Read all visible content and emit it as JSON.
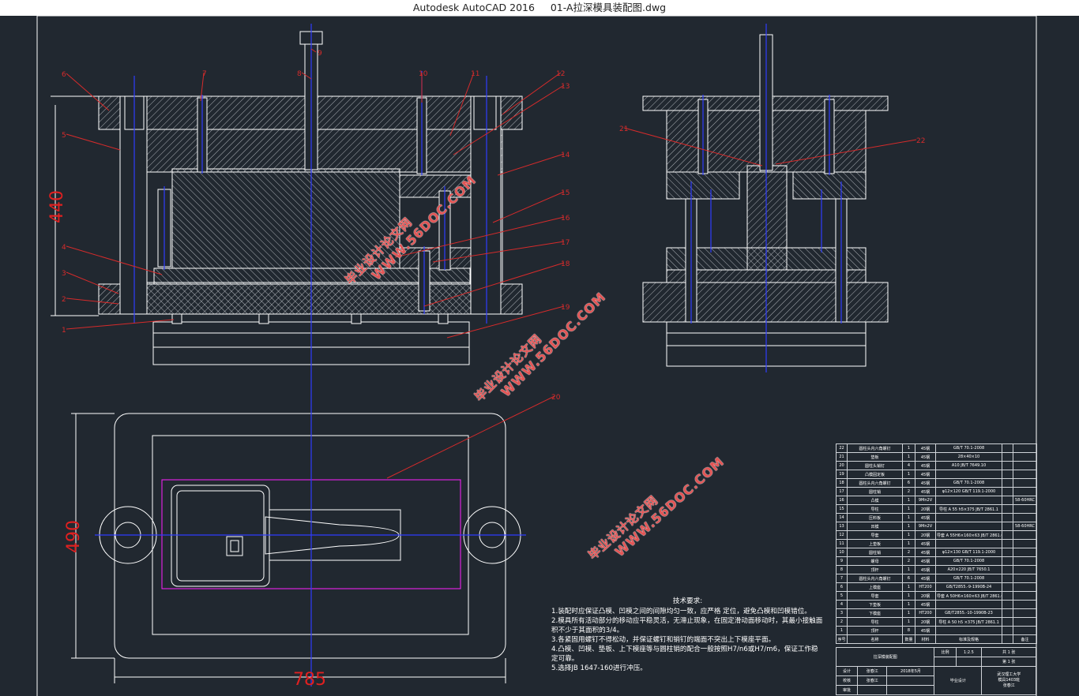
{
  "window": {
    "app_title": "Autodesk AutoCAD 2016",
    "file_name": "01-A拉深模具装配图.dwg"
  },
  "drawing": {
    "dims": {
      "height_front": "440",
      "height_plan": "490",
      "width_plan": "785"
    },
    "part_labels": [
      "1",
      "2",
      "3",
      "4",
      "5",
      "6",
      "7",
      "8",
      "9",
      "10",
      "11",
      "12",
      "13",
      "14",
      "15",
      "16",
      "17",
      "18",
      "19",
      "20",
      "21",
      "22"
    ],
    "watermark": {
      "line1": "毕业设计论文网",
      "line2": "WWW.56DOC.COM"
    },
    "tech_requirements": {
      "title": "技术要求:",
      "items": [
        "1.装配时应保证凸模、凹模之间的间隙均匀一致，应严格  定位，避免凸模和凹模错位。",
        "2.模具所有活动部分的移动应平稳灵活，无滞止现象，在固定滑动面移动时，其最小接触面积不少于其面积的3/4。",
        "3.各紧固用螺钉不得松动，并保证螺钉和销钉的端面不突出上下模座平面。",
        "4.凸模、凹模、垫板、上下模座等与圆柱销的配合一般按照H7/n6或H7/m6，保证工作稳定可靠。",
        "5.选择JB 1647-160进行冲压。"
      ]
    }
  },
  "bom": {
    "rows": [
      [
        "22",
        "圆柱头内六角螺钉",
        "1",
        "45钢",
        "GB/T 70.1-2008",
        "",
        ""
      ],
      [
        "21",
        "垫板",
        "1",
        "45钢",
        "28×40×10",
        "",
        ""
      ],
      [
        "20",
        "圆柱头销钉",
        "4",
        "45钢",
        "A10 JB/T 7649.10",
        "",
        ""
      ],
      [
        "19",
        "凸模固定板",
        "1",
        "45钢",
        "",
        "",
        ""
      ],
      [
        "18",
        "圆柱头内六角螺钉",
        "6",
        "45钢",
        "GB/T 70.1-2008",
        "",
        ""
      ],
      [
        "17",
        "圆柱销",
        "2",
        "45钢",
        "φ12×120 GB/T 119.1-2000",
        "",
        ""
      ],
      [
        "16",
        "凸模",
        "1",
        "9Mn2V",
        "",
        "",
        "58-60HRC"
      ],
      [
        "15",
        "导柱",
        "1",
        "20钢",
        "导柱 A 55 h5×375 JB/T 2861.1",
        "",
        ""
      ],
      [
        "14",
        "压料板",
        "1",
        "45钢",
        "",
        "",
        ""
      ],
      [
        "13",
        "凹模",
        "1",
        "9Mn2V",
        "",
        "",
        "58-60HRC"
      ],
      [
        "12",
        "导套",
        "1",
        "20钢",
        "导套 A 55H6×160×63 JB/T 2861.6",
        "",
        ""
      ],
      [
        "11",
        "上垫板",
        "1",
        "45钢",
        "",
        "",
        ""
      ],
      [
        "10",
        "圆柱销",
        "2",
        "45钢",
        "φ12×130 GB/T 119.1-2000",
        "",
        ""
      ],
      [
        "9",
        "螺母",
        "2",
        "45钢",
        "GB/T 70.1-2008",
        "",
        ""
      ],
      [
        "8",
        "顶杆",
        "1",
        "45钢",
        "A20×220 JB/T 7650.1",
        "",
        ""
      ],
      [
        "7",
        "圆柱头内六角螺钉",
        "6",
        "45钢",
        "GB/T 70.1-2008",
        "",
        ""
      ],
      [
        "6",
        "上模座",
        "1",
        "HT200",
        "GB/T2855.-9-1990B-24",
        "",
        ""
      ],
      [
        "5",
        "导套",
        "1",
        "20钢",
        "导套 A 50H6×160×63 JB/T 2861.6",
        "",
        ""
      ],
      [
        "4",
        "下垫板",
        "1",
        "45钢",
        "",
        "",
        ""
      ],
      [
        "3",
        "下模座",
        "1",
        "HT200",
        "GB/T2855.-10-1990B-23",
        "",
        ""
      ],
      [
        "2",
        "导柱",
        "1",
        "20钢",
        "导柱 A 50 h5 ×375 JB/T 2861.1",
        "",
        ""
      ],
      [
        "1",
        "顶杆",
        "8",
        "45钢",
        "",
        "",
        ""
      ]
    ],
    "header": [
      "序号",
      "名称",
      "数量",
      "材料",
      "标准及规格",
      "",
      "备注"
    ]
  },
  "title_block": {
    "drawing_name": "拉深模装配图",
    "scale_label": "比例",
    "scale": "1:2.5",
    "sheets": "共 1 张",
    "sheet_no": "第 1 张",
    "design_label": "设计",
    "design_name": "张春江",
    "date": "2018年5月",
    "check_label": "校核",
    "check_name": "张春江",
    "approve_label": "审批",
    "project": "毕业设计",
    "school": "武汉理工大学",
    "class": "模具1403班",
    "student": "张春江"
  },
  "colors": {
    "background": "#212830",
    "outline": "#ffffff",
    "centerline": "#2f3cff",
    "leader": "#d62b2b",
    "magenta": "#ff1fff"
  }
}
